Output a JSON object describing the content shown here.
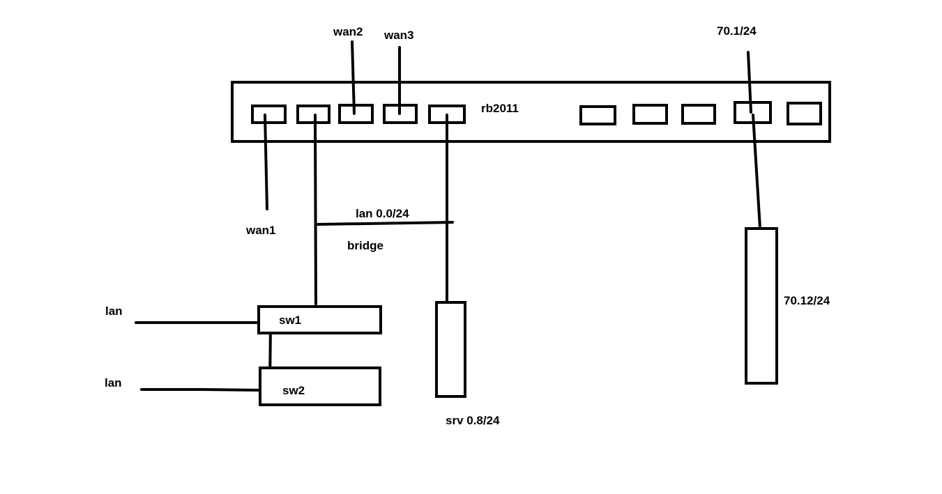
{
  "router": {
    "name": "rb2011"
  },
  "ports": {
    "wan1": "wan1",
    "wan2": "wan2",
    "wan3": "wan3",
    "uplink": "70.1/24"
  },
  "lan_segment": {
    "subnet": "lan 0.0/24",
    "type": "bridge"
  },
  "switches": {
    "sw1": "sw1",
    "sw2": "sw2"
  },
  "clients": {
    "lan_top": "lan",
    "lan_bottom": "lan"
  },
  "server": {
    "address": "srv 0.8/24"
  },
  "remote_device": {
    "address": "70.12/24"
  },
  "colors": {
    "stroke": "#000000",
    "background": "#ffffff"
  }
}
